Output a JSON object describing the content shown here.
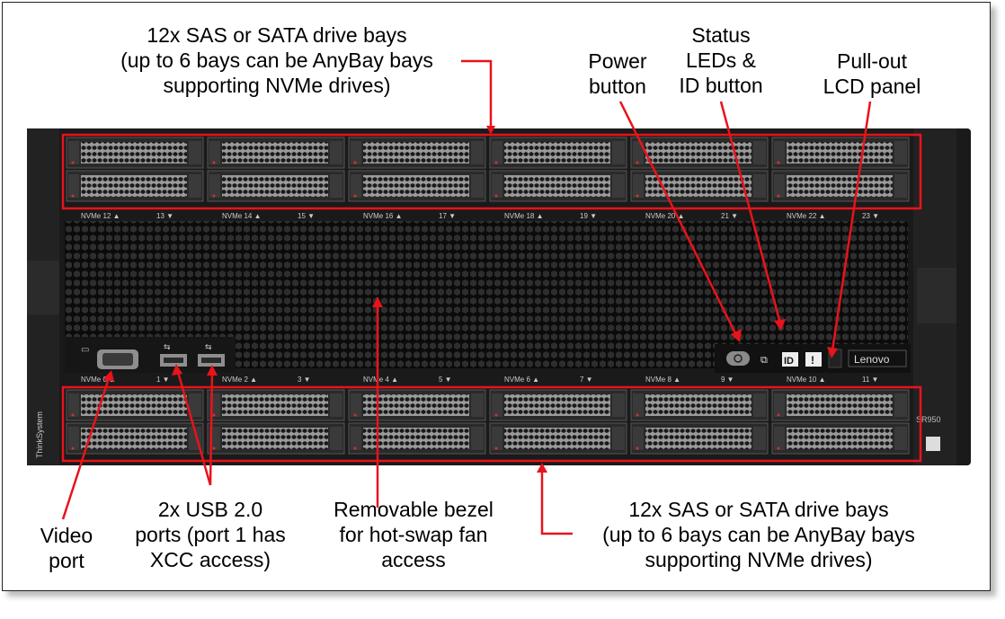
{
  "labels": {
    "top_bays": [
      "12x SAS or SATA drive bays",
      "(up to 6 bays can be AnyBay bays",
      "supporting NVMe drives)"
    ],
    "power": [
      "Power",
      "button"
    ],
    "status": [
      "Status",
      "LEDs &",
      "ID button"
    ],
    "lcd": [
      "Pull-out",
      "LCD panel"
    ],
    "video": [
      "Video",
      "port"
    ],
    "usb": [
      "2x USB 2.0",
      "ports (port 1 has",
      "XCC access)"
    ],
    "bezel": [
      "Removable bezel",
      "for hot-swap fan",
      "access"
    ],
    "bottom_bays": [
      "12x SAS or SATA drive bays",
      "(up to 6 bays can be AnyBay bays",
      "supporting NVMe drives)"
    ]
  },
  "server": {
    "brand": "Lenovo",
    "side_brand": "ThinkSystem",
    "model": "SR950",
    "id_button": "ID",
    "alert_button": "!",
    "top_bay_numbers": [
      "NVMe 12 ▲",
      "13 ▼",
      "NVMe 14 ▲",
      "15 ▼",
      "NVMe 16 ▲",
      "17 ▼",
      "NVMe 18 ▲",
      "19 ▼",
      "NVMe 20 ▲",
      "21 ▼",
      "NVMe 22 ▲",
      "23 ▼"
    ],
    "bottom_bay_numbers": [
      "NVMe 0 ▲",
      "1 ▼",
      "NVMe 2 ▲",
      "3 ▼",
      "NVMe 4 ▲",
      "5 ▼",
      "NVMe 6 ▲",
      "7 ▼",
      "NVMe 8 ▲",
      "9 ▼",
      "NVMe 10 ▲",
      "11 ▼"
    ]
  },
  "colors": {
    "callout": "#e8131b",
    "chassis": "#1c1c1c"
  }
}
